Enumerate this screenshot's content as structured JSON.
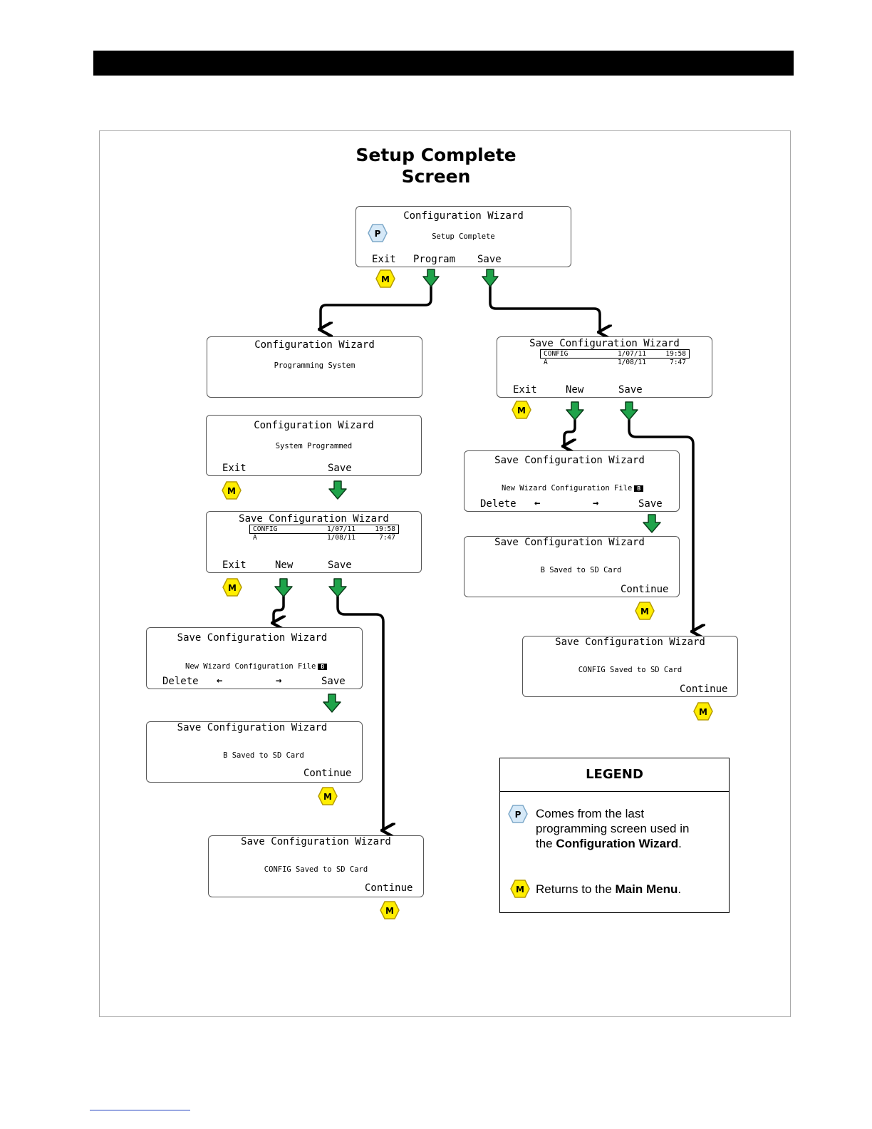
{
  "title": {
    "line1": "Setup Complete",
    "line2": "Screen"
  },
  "screens": {
    "top": {
      "title": "Configuration Wizard",
      "body": "Setup Complete",
      "keys": [
        "Exit",
        "Program",
        "Save"
      ]
    },
    "programming": {
      "title": "Configuration Wizard",
      "body": "Programming System"
    },
    "programmed": {
      "title": "Configuration Wizard",
      "body": "System Programmed",
      "keys": [
        "Exit",
        "Save"
      ]
    },
    "save_left": {
      "title": "Save Configuration Wizard",
      "keys": [
        "Exit",
        "New",
        "Save"
      ],
      "files": [
        {
          "name": "CONFIG",
          "date": "1/07/11",
          "time": "19:58"
        },
        {
          "name": "A",
          "date": "1/08/11",
          "time": "7:47"
        }
      ]
    },
    "new_left": {
      "title": "Save Configuration Wizard",
      "body": "New Wizard Configuration File",
      "badge": "B",
      "keys": [
        "Delete",
        "←",
        "→",
        "Save"
      ]
    },
    "bsaved_left": {
      "title": "Save Configuration Wizard",
      "body": "B Saved to SD Card",
      "key": "Continue"
    },
    "config_left": {
      "title": "Save Configuration Wizard",
      "body": "CONFIG Saved to SD Card",
      "key": "Continue"
    },
    "save_right": {
      "title": "Save Configuration Wizard",
      "keys": [
        "Exit",
        "New",
        "Save"
      ],
      "files": [
        {
          "name": "CONFIG",
          "date": "1/07/11",
          "time": "19:58"
        },
        {
          "name": "A",
          "date": "1/08/11",
          "time": "7:47"
        }
      ]
    },
    "new_right": {
      "title": "Save Configuration Wizard",
      "body": "New Wizard Configuration File",
      "badge": "B",
      "keys": [
        "Delete",
        "←",
        "→",
        "Save"
      ]
    },
    "bsaved_right": {
      "title": "Save Configuration Wizard",
      "body": "B Saved to SD Card",
      "key": "Continue"
    },
    "config_right": {
      "title": "Save Configuration Wizard",
      "body": "CONFIG Saved to SD Card",
      "key": "Continue"
    }
  },
  "icons": {
    "p_label": "P",
    "m_label": "M",
    "p_color": "#d6e9f8",
    "m_color": "#ffee00",
    "arrow_color": "#1fa34a"
  },
  "legend": {
    "title": "LEGEND",
    "p_line1": "Comes from the last",
    "p_line2": "programming screen used  in",
    "p_line3_pre": "the ",
    "p_line3_bold": "Configuration Wizard",
    "p_line3_post": ".",
    "m_pre": "Returns to the ",
    "m_bold": "Main Menu",
    "m_post": "."
  }
}
